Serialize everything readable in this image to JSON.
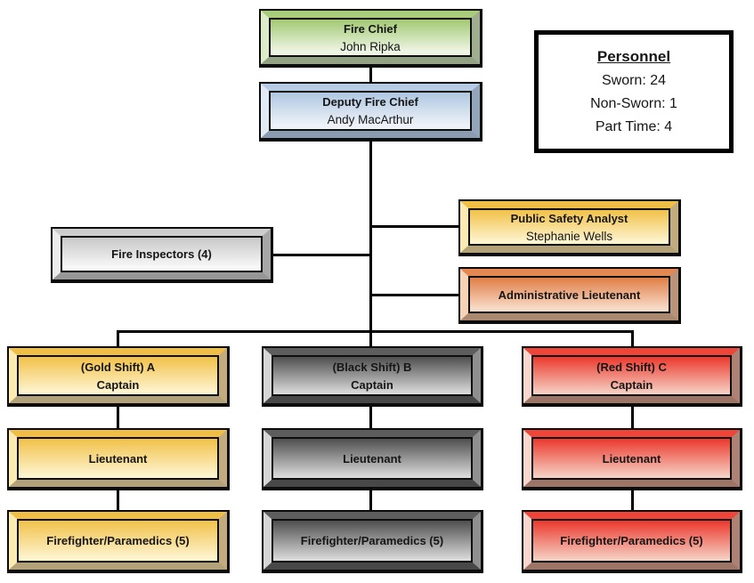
{
  "personnel_panel": {
    "title": "Personnel",
    "sworn": "Sworn: 24",
    "non_sworn": "Non-Sworn: 1",
    "part_time": "Part Time: 4"
  },
  "nodes": {
    "fire_chief": {
      "title": "Fire Chief",
      "name": "John Ripka"
    },
    "deputy_fire_chief": {
      "title": "Deputy Fire Chief",
      "name": "Andy MacArthur"
    },
    "public_safety_analyst": {
      "title": "Public Safety Analyst",
      "name": "Stephanie Wells"
    },
    "administrative_lieutenant": {
      "title": "Administrative Lieutenant"
    },
    "fire_inspectors": {
      "title": "Fire Inspectors (4)"
    },
    "gold_shift": {
      "captain_title": "(Gold Shift) A",
      "captain_rank": "Captain",
      "lieutenant": "Lieutenant",
      "firefighters": "Firefighter/Paramedics (5)"
    },
    "black_shift": {
      "captain_title": "(Black Shift) B",
      "captain_rank": "Captain",
      "lieutenant": "Lieutenant",
      "firefighters": "Firefighter/Paramedics (5)"
    },
    "red_shift": {
      "captain_title": "(Red Shift) C",
      "captain_rank": "Captain",
      "lieutenant": "Lieutenant",
      "firefighters": "Firefighter/Paramedics (5)"
    }
  },
  "colors": {
    "connector_line": "#000000",
    "green_fill_top": "#a2c973",
    "green_fill_bottom": "#eff5e5",
    "blue_fill_top": "#afc7e1",
    "blue_fill_bottom": "#eef2f8",
    "gold_fill_top": "#f1c149",
    "gold_fill_bottom": "#fdf3cd",
    "orange_fill_top": "#e07e45",
    "orange_fill_bottom": "#f8dcc9",
    "gray_fill_top": "#c8c8c8",
    "gray_fill_bottom": "#f8f8f8",
    "black_fill_top": "#4f4f4f",
    "black_fill_bottom": "#d9d9d9",
    "red_fill_top": "#ec382d",
    "red_fill_bottom": "#f5cfc2"
  }
}
